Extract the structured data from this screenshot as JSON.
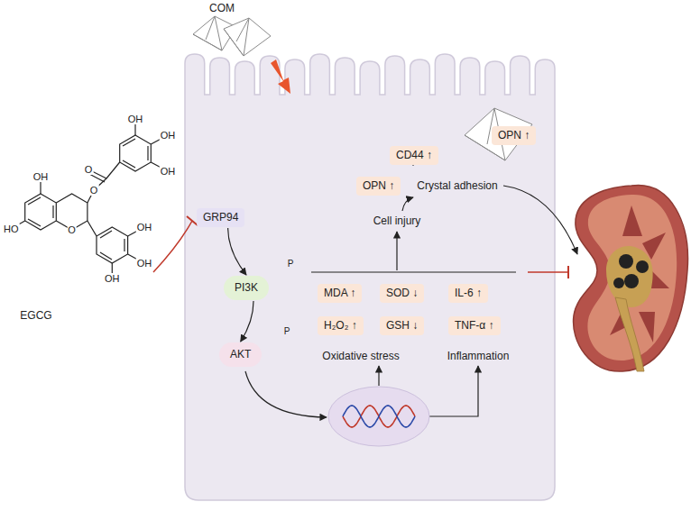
{
  "diagram": {
    "nodes": [
      {
        "text": [
          "GRP94"
        ]
      },
      {
        "text": [
          "PI3K"
        ]
      },
      {
        "text": [
          "AKT"
        ]
      },
      {
        "text": [
          "MDA ↑"
        ]
      },
      {
        "text": [
          "SOD ↓"
        ]
      },
      {
        "text": [
          "IL-6 ↑"
        ]
      },
      {
        "text": [
          "H₂O₂ ↑"
        ]
      },
      {
        "text": [
          "GSH ↓"
        ]
      },
      {
        "text": [
          "TNF-α ↑"
        ]
      },
      {
        "text": [
          "OPN ↑"
        ]
      },
      {
        "text": [
          "CD44 ↑"
        ]
      },
      {
        "text": [
          "OPN ↑"
        ]
      }
    ],
    "edges": [
      {
        "from": 0,
        "to": 1,
        "arrow": "to"
      },
      {
        "from": 1,
        "to": 2,
        "arrow": "to"
      }
    ],
    "labels": [
      "COM",
      "EGCG",
      "P",
      "P",
      "Cell injury",
      "Crystal adhesion",
      "Oxidative stress",
      "Inflammation",
      "OH",
      "OH",
      "OH",
      "O",
      "O",
      "OH",
      "HO",
      "O",
      "OH",
      "OH",
      "OH"
    ]
  }
}
